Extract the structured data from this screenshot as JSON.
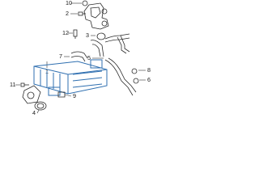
{
  "diagram": {
    "callouts": [
      {
        "id": "c1",
        "number": "1"
      },
      {
        "id": "c2",
        "number": "2"
      },
      {
        "id": "c3",
        "number": "3"
      },
      {
        "id": "c4",
        "number": "4"
      },
      {
        "id": "c5",
        "number": "5"
      },
      {
        "id": "c6",
        "number": "6"
      },
      {
        "id": "c7",
        "number": "7"
      },
      {
        "id": "c8",
        "number": "8"
      },
      {
        "id": "c9",
        "number": "9"
      },
      {
        "id": "c10",
        "number": "10"
      },
      {
        "id": "c11",
        "number": "11"
      },
      {
        "id": "c12",
        "number": "12"
      }
    ],
    "colors": {
      "part_highlight": "#2f6fb0",
      "part_outline": "#2b2b2b",
      "leader_line": "#333333"
    }
  }
}
